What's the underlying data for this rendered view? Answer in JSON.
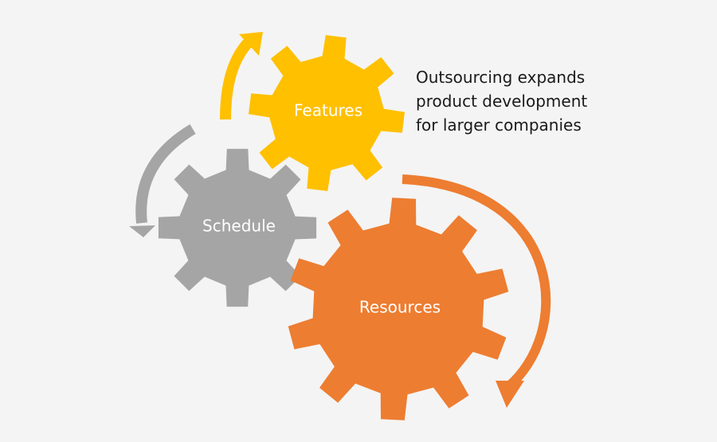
{
  "caption": {
    "lines": [
      "Outsourcing expands",
      "product development",
      "for larger companies"
    ]
  },
  "gears": [
    {
      "id": "features",
      "label": "Features",
      "color": "#ffc000"
    },
    {
      "id": "schedule",
      "label": "Schedule",
      "color": "#a5a5a5"
    },
    {
      "id": "resources",
      "label": "Resources",
      "color": "#ed7d31"
    }
  ],
  "arrows": [
    {
      "id": "features-arrow",
      "color": "#ffc000"
    },
    {
      "id": "schedule-arrow",
      "color": "#a5a5a5"
    },
    {
      "id": "resources-arrow",
      "color": "#ed7d31"
    }
  ]
}
